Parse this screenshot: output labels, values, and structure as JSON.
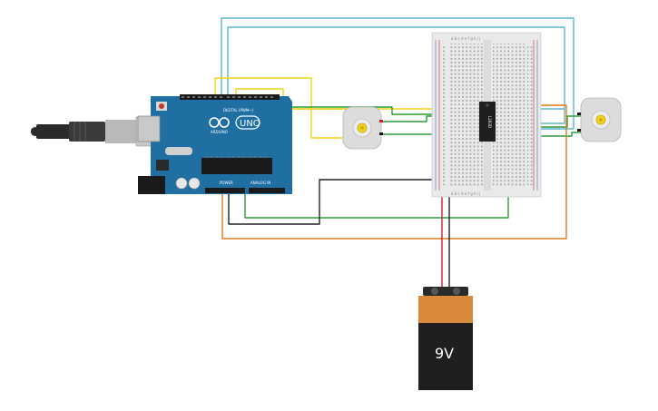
{
  "colors": {
    "background": "#ffffff",
    "arduino_board": "#1f6fa3",
    "breadboard": "#e9e9e9",
    "wire_yellow": "#f2d21b",
    "wire_cyan": "#5fb4d6",
    "wire_green": "#2d9a3a",
    "wire_orange": "#e07b1a",
    "wire_black": "#222222",
    "wire_red": "#d0202a",
    "battery_body": "#1f1f1f",
    "battery_cap": "#d9893a"
  },
  "arduino": {
    "brand": "ARDUINO",
    "model": "UNO",
    "header_digital": "DIGITAL (PWM~)",
    "header_power": "POWER",
    "header_analog": "ANALOG IN"
  },
  "driver_chip": {
    "label": "L293D"
  },
  "battery": {
    "label": "9V"
  },
  "motors": [
    {
      "name": "left-dc-motor"
    },
    {
      "name": "right-dc-motor"
    }
  ],
  "breadboard": {
    "column_letters_top": "a b c d e   f g h i j",
    "column_letters_bottom": "a b c d e   f g h i j"
  },
  "icons": [
    "usb-cable-icon",
    "reset-button-icon",
    "dc-motor-icon",
    "battery-icon",
    "ic-chip-icon"
  ]
}
